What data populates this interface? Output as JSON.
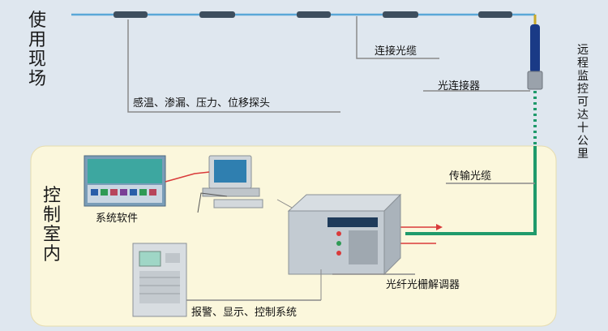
{
  "site": {
    "title_chars": [
      "使",
      "用",
      "现",
      "场"
    ]
  },
  "control_room": {
    "title_chars": [
      "控",
      "制",
      "室",
      "内"
    ]
  },
  "remote_note": {
    "chars": [
      "远",
      "程",
      "监",
      "控",
      "可",
      "达",
      "十",
      "公",
      "里"
    ]
  },
  "labels": {
    "connecting_cable": "连接光缆",
    "sensor_probes": "感温、渗漏、压力、位移探头",
    "optical_connector": "光连接器",
    "transmission_cable": "传输光缆",
    "system_software": "系统软件",
    "demodulator": "光纤光栅解调器",
    "alarm_system": "报警、显示、控制系统"
  },
  "colors": {
    "background": "#dfe7ef",
    "room_fill": "#fbf7dc",
    "fiber_top": "#5aa8d8",
    "fiber_transmission": "#1f9a6b",
    "alarm_arrow": "#d93a3a"
  }
}
